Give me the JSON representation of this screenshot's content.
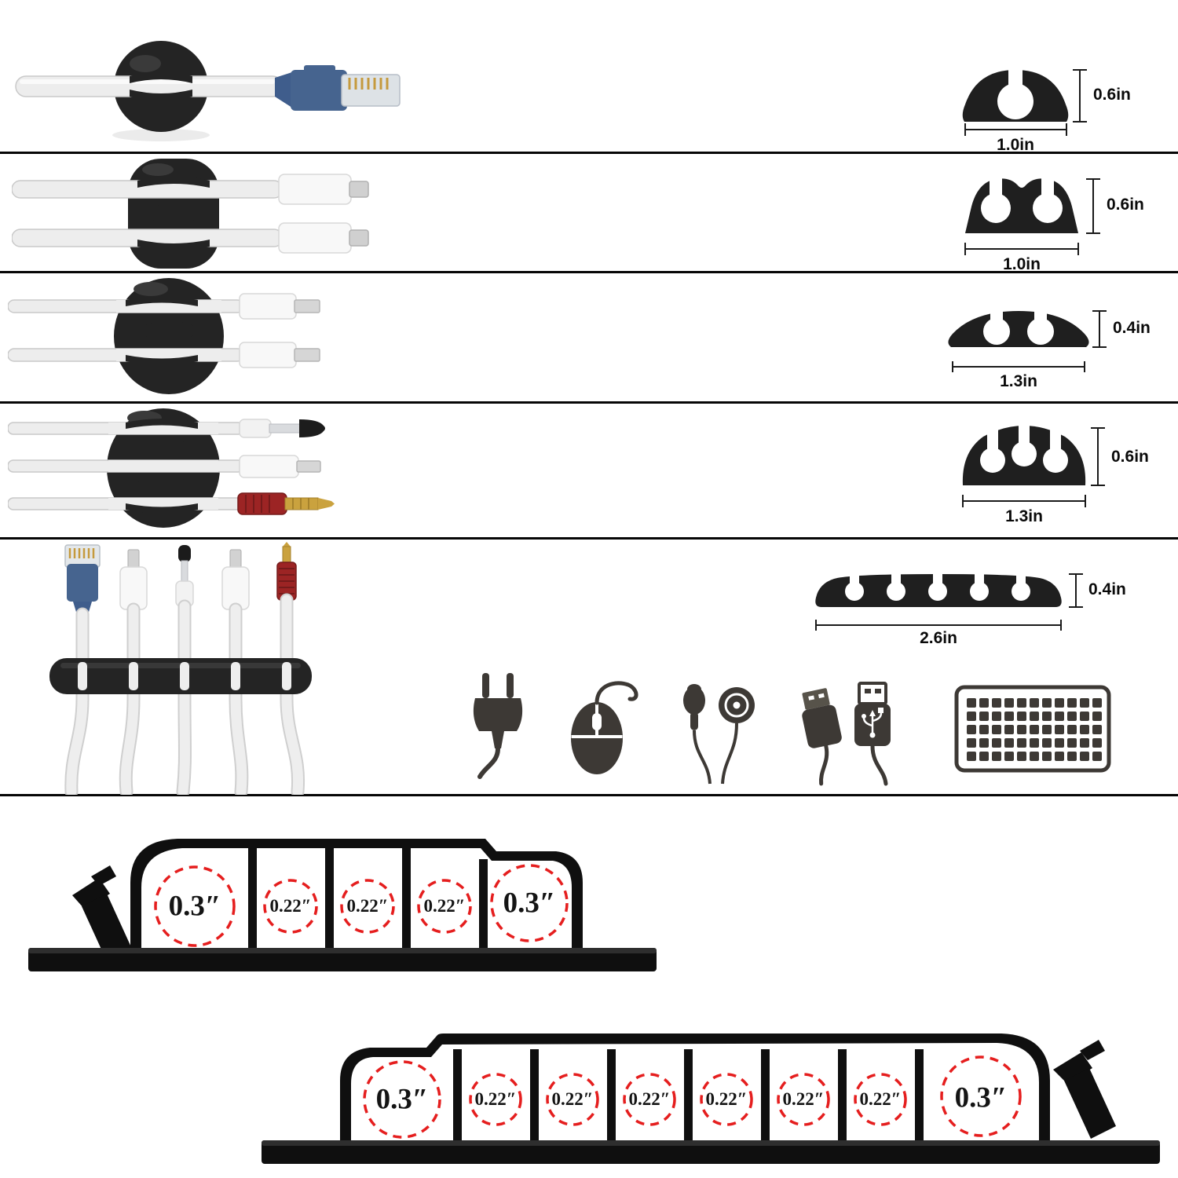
{
  "clips": [
    {
      "height": "0.6in",
      "width": "1.0in"
    },
    {
      "height": "0.6in",
      "width": "1.0in"
    },
    {
      "height": "0.4in",
      "width": "1.3in"
    },
    {
      "height": "0.6in",
      "width": "1.3in"
    },
    {
      "height": "0.4in",
      "width": "2.6in"
    }
  ],
  "profiles": [
    {
      "slots": [
        "0.3″",
        "0.22″",
        "0.22″",
        "0.22″",
        "0.3″"
      ]
    },
    {
      "slots": [
        "0.3″",
        "0.22″",
        "0.22″",
        "0.22″",
        "0.22″",
        "0.22″",
        "0.22″",
        "0.3″"
      ]
    }
  ],
  "icons": [
    {
      "name": "power-plug"
    },
    {
      "name": "computer-mouse"
    },
    {
      "name": "earphones"
    },
    {
      "name": "usb-cables"
    },
    {
      "name": "keyboard"
    }
  ],
  "colors": {
    "accent_red": "#e51e1e",
    "silhouette": "#0f0f0f",
    "clip_black": "#242424",
    "connector_blue": "#46648f",
    "connector_red": "#9c2424",
    "gold": "#caa23e"
  }
}
